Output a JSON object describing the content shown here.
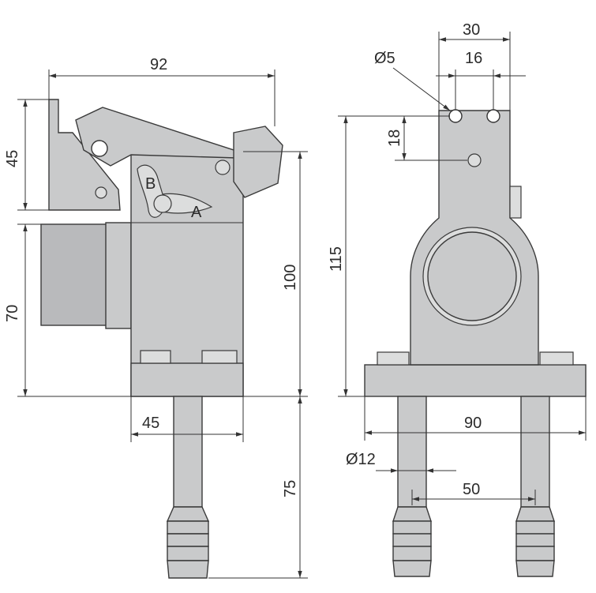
{
  "diagram": {
    "side_view": {
      "width_label": "92",
      "lever_height_label": "45",
      "base_height_label": "70",
      "body_height_label": "100",
      "stem_width_label": "45",
      "stem_length_label": "75",
      "position_b": "B",
      "position_a": "A"
    },
    "front_view": {
      "top_width_label": "30",
      "hole_spacing_label": "16",
      "hole_diameter_label": "Ø5",
      "hole_offset_label": "18",
      "total_height_label": "115",
      "base_width_label": "90",
      "pin_diameter_label": "Ø12",
      "pin_spacing_label": "50"
    },
    "colors": {
      "part_fill": "#c9cacb",
      "line": "#333333"
    }
  }
}
